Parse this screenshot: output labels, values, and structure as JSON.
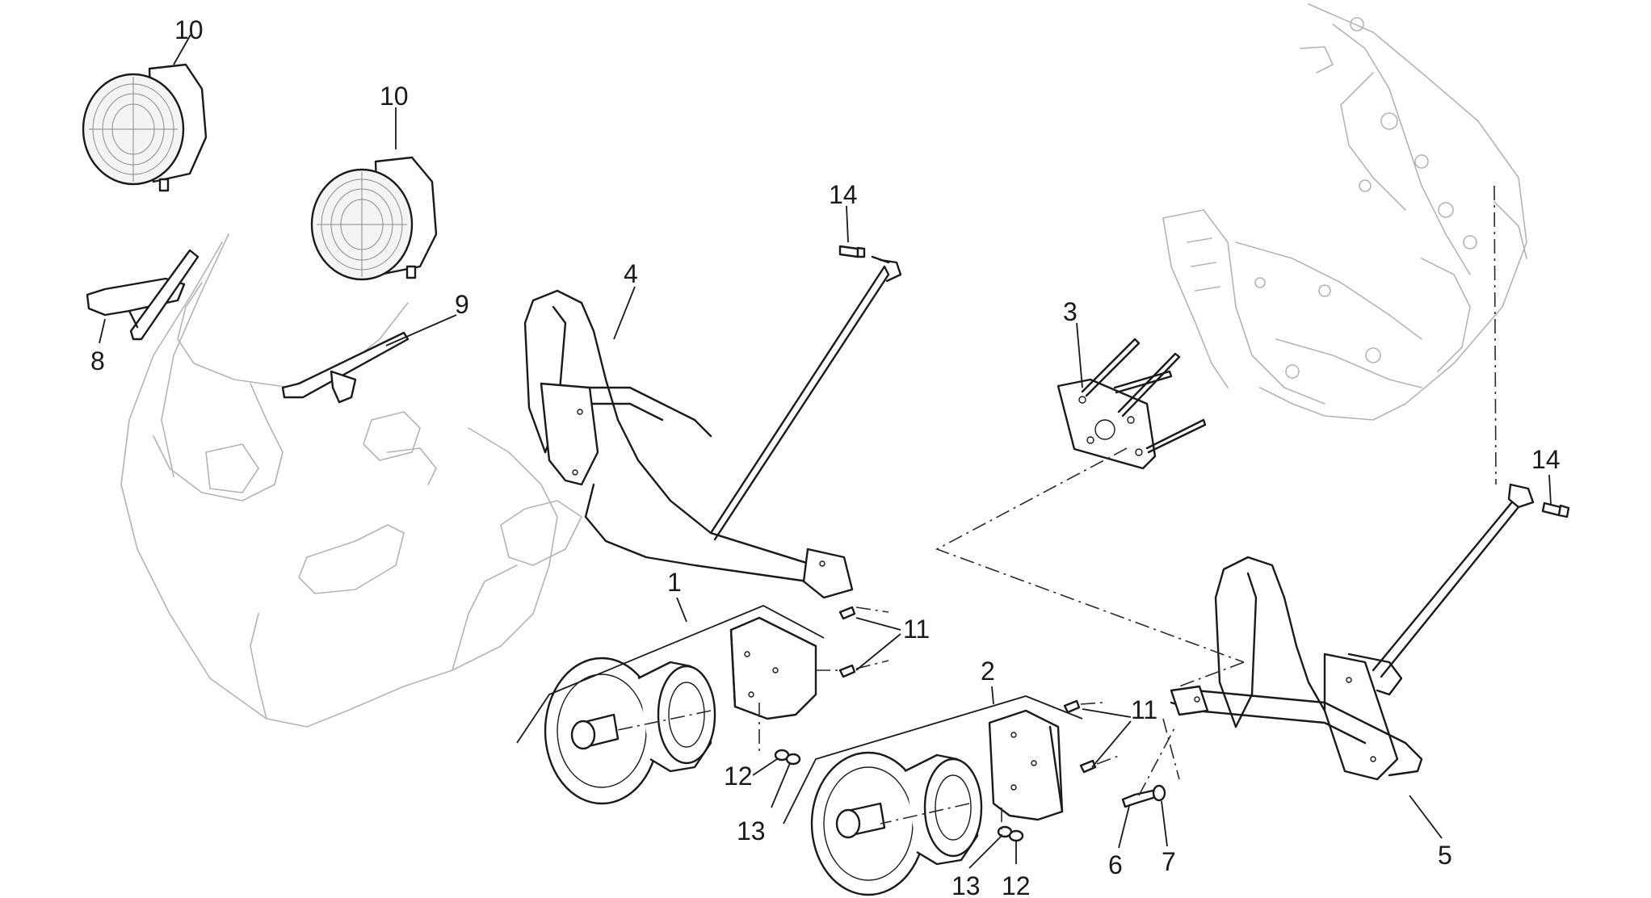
{
  "callouts": {
    "c1": "1",
    "c2": "2",
    "c3": "3",
    "c4": "4",
    "c5": "5",
    "c6": "6",
    "c7": "7",
    "c8": "8",
    "c9": "9",
    "c10a": "10",
    "c10b": "10",
    "c11a": "11",
    "c11b": "11",
    "c12a": "12",
    "c12b": "12",
    "c13a": "13",
    "c13b": "13",
    "c14a": "14",
    "c14b": "14"
  }
}
